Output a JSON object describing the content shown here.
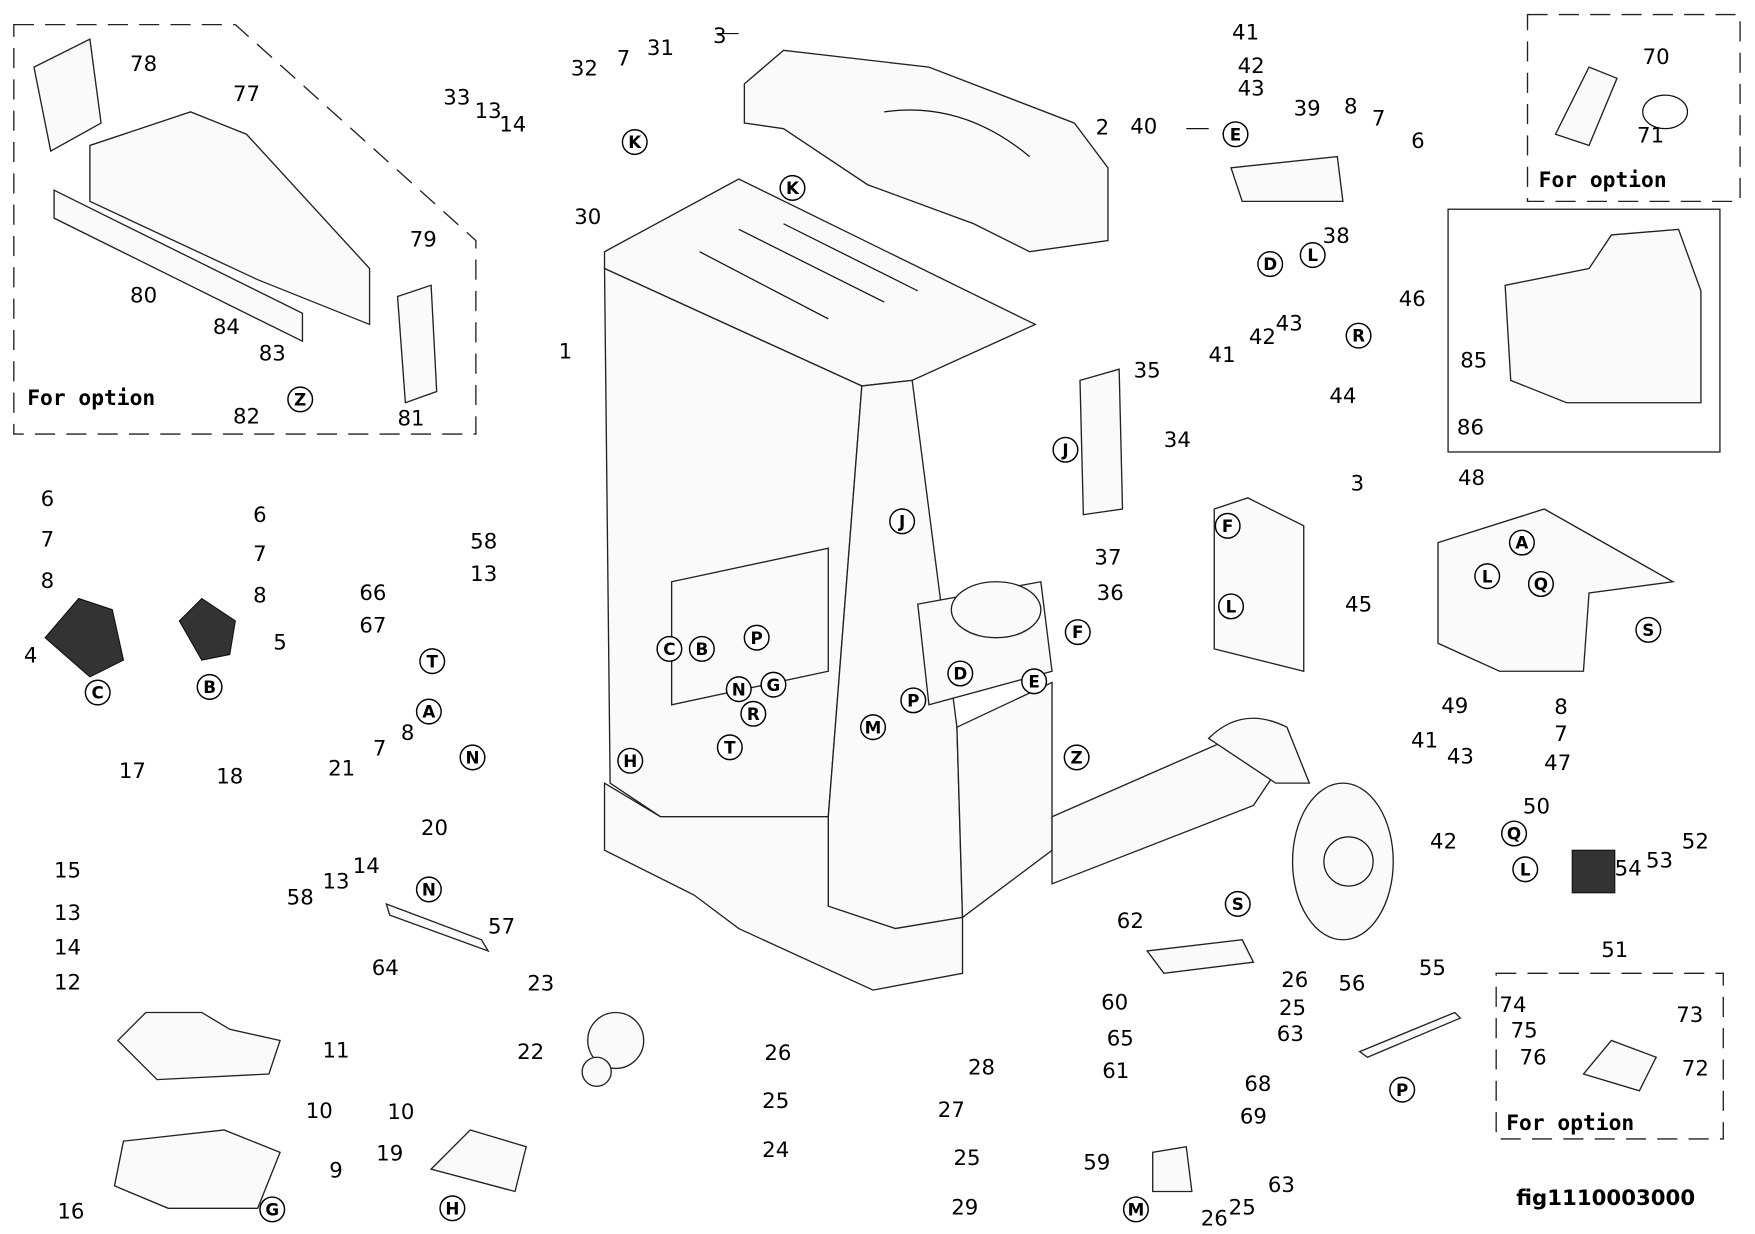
{
  "figure_id": "fig1110003000",
  "option_label": "For option",
  "callouts": [
    "78",
    "77",
    "80",
    "79",
    "84",
    "83",
    "82",
    "81",
    "33",
    "13",
    "14",
    "32",
    "7",
    "31",
    "30",
    "3",
    "2",
    "1",
    "41",
    "42",
    "43",
    "39",
    "40",
    "8",
    "7",
    "6",
    "38",
    "70",
    "71",
    "46",
    "85",
    "86",
    "35",
    "34",
    "41",
    "42",
    "43",
    "44",
    "3",
    "45",
    "48",
    "49",
    "8",
    "7",
    "47",
    "41",
    "43",
    "42",
    "50",
    "54",
    "53",
    "52",
    "51",
    "6",
    "7",
    "8",
    "4",
    "6",
    "7",
    "8",
    "5",
    "58",
    "13",
    "66",
    "67",
    "36",
    "37",
    "21",
    "7",
    "8",
    "20",
    "17",
    "18",
    "15",
    "13",
    "14",
    "12",
    "11",
    "10",
    "9",
    "16",
    "58",
    "13",
    "14",
    "57",
    "64",
    "10",
    "19",
    "23",
    "22",
    "26",
    "25",
    "24",
    "28",
    "27",
    "25",
    "29",
    "62",
    "26",
    "25",
    "63",
    "60",
    "65",
    "61",
    "68",
    "69",
    "59",
    "26",
    "25",
    "63",
    "56",
    "55",
    "74",
    "75",
    "73",
    "76",
    "72"
  ],
  "reference_letters": [
    "Z",
    "K",
    "K",
    "E",
    "D",
    "L",
    "J",
    "R",
    "F",
    "L",
    "A",
    "L",
    "Q",
    "S",
    "Q",
    "L",
    "C",
    "B",
    "T",
    "F",
    "E",
    "Z",
    "D",
    "P",
    "M",
    "J",
    "C",
    "B",
    "P",
    "N",
    "G",
    "R",
    "T",
    "H",
    "A",
    "N",
    "G",
    "N",
    "H",
    "S",
    "M",
    "P"
  ]
}
